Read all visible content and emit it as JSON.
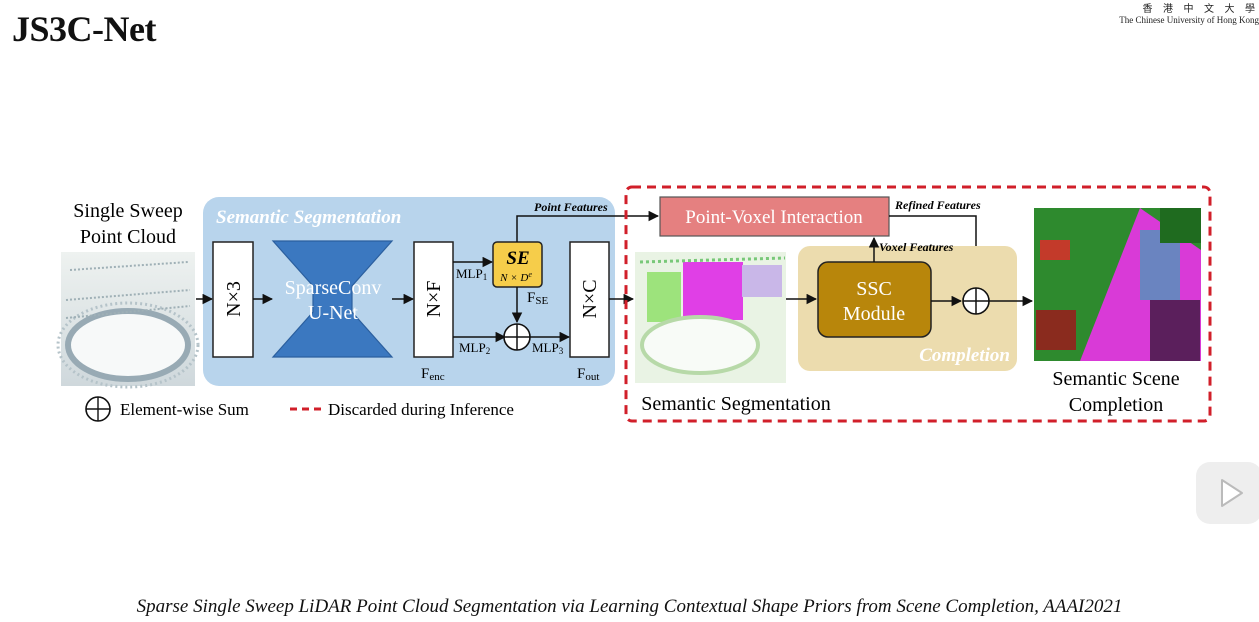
{
  "slide": {
    "title": "JS3C-Net",
    "logo_cn": "香 港 中 文 大 學",
    "logo_en": "The Chinese University of Hong Kong",
    "caption": "Sparse Single Sweep LiDAR Point Cloud Segmentation via Learning Contextual Shape Priors from Scene Completion, AAAI2021"
  },
  "diagram": {
    "input_label_1": "Single Sweep",
    "input_label_2": "Point Cloud",
    "semseg_region": "Semantic Segmentation",
    "block_n3": "N×3",
    "unet_1": "SparseConv",
    "unet_2": "U-Net",
    "block_nf": "N×F",
    "f_enc": "F",
    "f_enc_sub": "enc",
    "se_title": "SE",
    "se_dims": "N × D",
    "se_dims_sup": "e",
    "f_se": "F",
    "f_se_sub": "SE",
    "mlp1": "MLP",
    "mlp1_sub": "1",
    "mlp2": "MLP",
    "mlp2_sub": "2",
    "mlp3": "MLP",
    "mlp3_sub": "3",
    "block_nc": "N×C",
    "f_out": "F",
    "f_out_sub": "out",
    "point_features": "Point Features",
    "pvi": "Point-Voxel Interaction",
    "refined_features": "Refined Features",
    "voxel_features": "Voxel Features",
    "ssc_1": "SSC",
    "ssc_2": "Module",
    "completion_region": "Completion",
    "semseg_output": "Semantic Segmentation",
    "ssc_output_1": "Semantic Scene",
    "ssc_output_2": "Completion",
    "legend_sum": "Element-wise Sum",
    "legend_discard": "Discarded during Inference"
  },
  "colors": {
    "semseg_bg": "#b8d4ec",
    "unet_blue": "#3b78c0",
    "se_yellow": "#f6cd4a",
    "pvi_red": "#e58080",
    "ssc_gold": "#b8860b",
    "completion_bg": "#ecdcae",
    "discard_red": "#d11f2a"
  },
  "icons": {
    "play": "play-icon",
    "sum": "circle-plus-icon"
  }
}
